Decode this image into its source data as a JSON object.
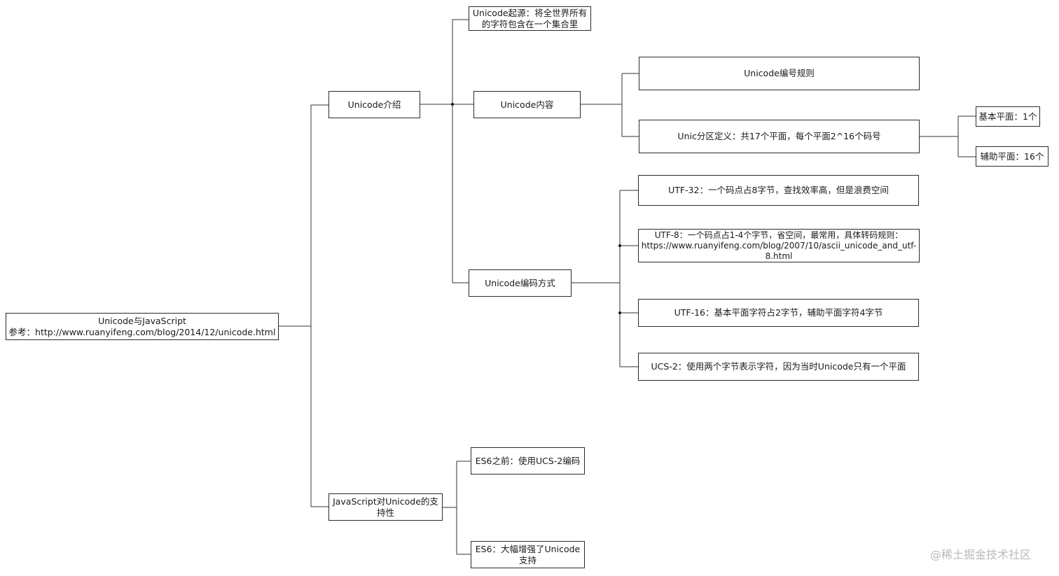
{
  "nodes": {
    "root": {
      "line1": "Unicode与JavaScript",
      "line2": "参考：http://www.ruanyifeng.com/blog/2014/12/unicode.html"
    },
    "intro": {
      "label": "Unicode介绍"
    },
    "origin": {
      "line1": "Unicode起源：将全世界所有",
      "line2": "的字符包含在一个集合里"
    },
    "content": {
      "label": "Unicode内容"
    },
    "numbering": {
      "label": "Unicode编号规则"
    },
    "planes": {
      "label": "Unic分区定义：共17个平面，每个平面2^16个码号"
    },
    "basic_plane": {
      "label": "基本平面：1个"
    },
    "aux_plane": {
      "label": "辅助平面：16个"
    },
    "encoding": {
      "label": "Unicode编码方式"
    },
    "utf32": {
      "label": "UTF-32：一个码点占8字节，查找效率高，但是浪费空间"
    },
    "utf8": {
      "line1": "UTF-8：一个码点占1-4个字节，省空间，最常用，具体转码规则：",
      "line2": "https://www.ruanyifeng.com/blog/2007/10/ascii_unicode_and_utf-",
      "line3": "8.html"
    },
    "utf16": {
      "label": "UTF-16：基本平面字符占2字节，辅助平面字符4字节"
    },
    "ucs2": {
      "label": "UCS-2：使用两个字节表示字符，因为当时Unicode只有一个平面"
    },
    "js_support": {
      "line1": "JavaScript对Unicode的支",
      "line2": "持性"
    },
    "es6_before": {
      "label": "ES6之前：使用UCS-2编码"
    },
    "es6": {
      "line1": "ES6：大幅增强了Unicode",
      "line2": "支持"
    }
  },
  "watermark": "@稀土掘金技术社区"
}
